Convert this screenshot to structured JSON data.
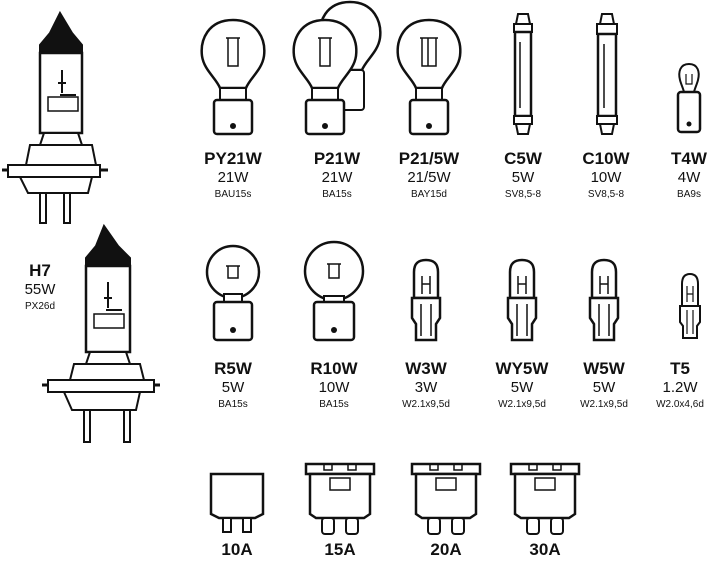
{
  "bulbs_row1": [
    {
      "name": "PY21W",
      "watt": "21W",
      "base": "BAU15s"
    },
    {
      "name": "P21W",
      "watt": "21W",
      "base": "BA15s"
    },
    {
      "name": "P21/5W",
      "watt": "21/5W",
      "base": "BAY15d"
    },
    {
      "name": "C5W",
      "watt": "5W",
      "base": "SV8,5-8"
    },
    {
      "name": "C10W",
      "watt": "10W",
      "base": "SV8,5-8"
    },
    {
      "name": "T4W",
      "watt": "4W",
      "base": "BA9s"
    }
  ],
  "h7": {
    "name": "H7",
    "watt": "55W",
    "base": "PX26d"
  },
  "bulbs_row2": [
    {
      "name": "R5W",
      "watt": "5W",
      "base": "BA15s"
    },
    {
      "name": "R10W",
      "watt": "10W",
      "base": "BA15s"
    },
    {
      "name": "W3W",
      "watt": "3W",
      "base": "W2.1x9,5d"
    },
    {
      "name": "WY5W",
      "watt": "5W",
      "base": "W2.1x9,5d"
    },
    {
      "name": "W5W",
      "watt": "5W",
      "base": "W2.1x9,5d"
    },
    {
      "name": "T5",
      "watt": "1.2W",
      "base": "W2.0x4,6d"
    }
  ],
  "fuses": [
    {
      "name": "10A"
    },
    {
      "name": "15A"
    },
    {
      "name": "20A"
    },
    {
      "name": "30A"
    }
  ]
}
